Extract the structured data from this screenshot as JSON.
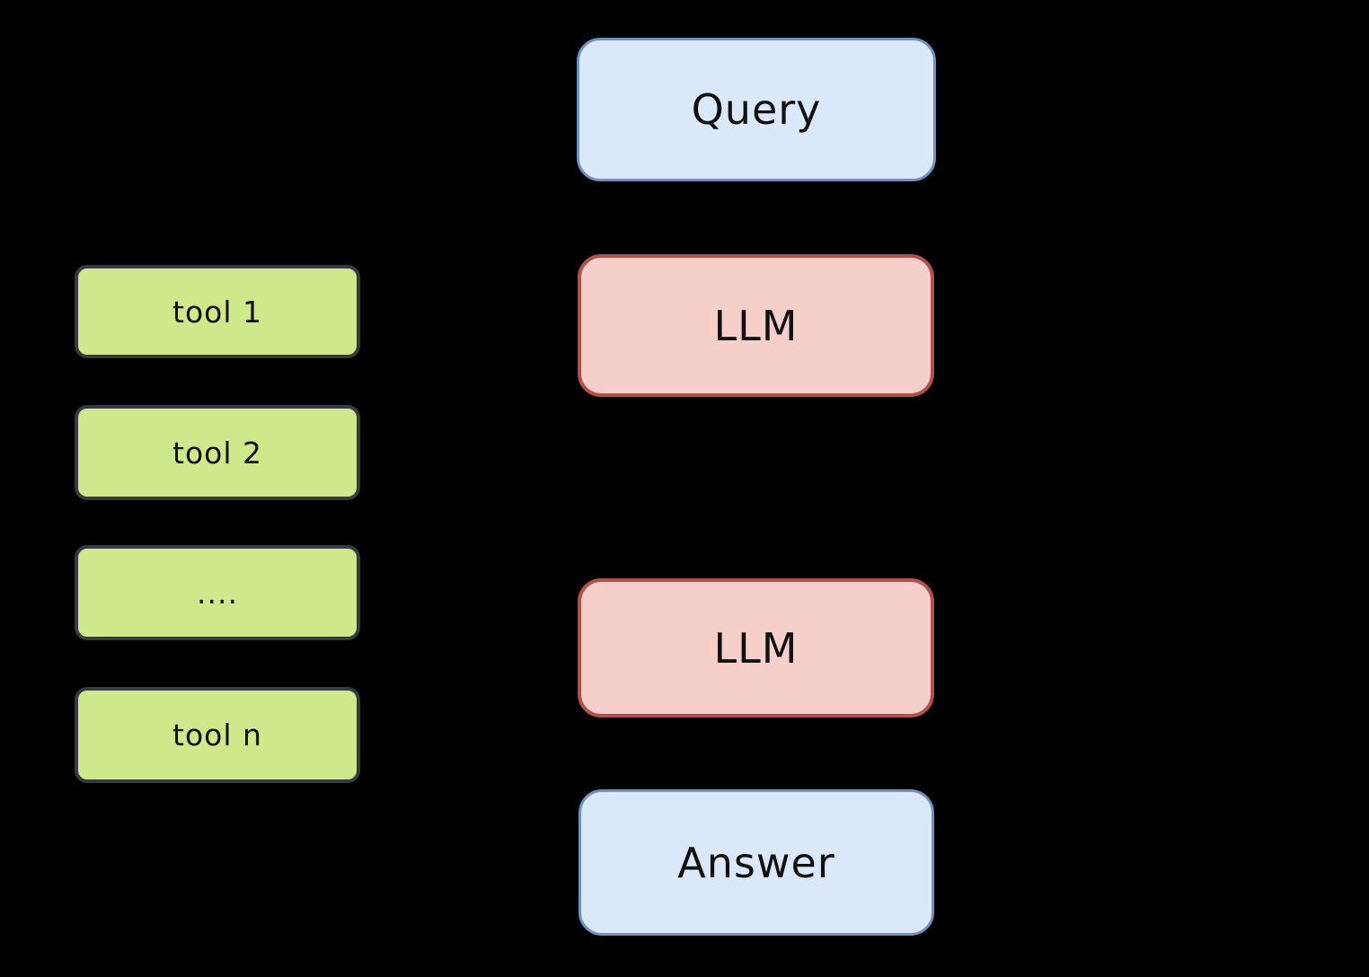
{
  "diagram": {
    "background_color": "#000000",
    "text_color": "#111111",
    "nodes": {
      "query": {
        "label": "Query",
        "fill": "#dbe8f9",
        "border": "#6d8fc2"
      },
      "llm_top": {
        "label": "LLM",
        "fill": "#f6cfcb",
        "border": "#b0504a"
      },
      "llm_bottom": {
        "label": "LLM",
        "fill": "#f6cfcb",
        "border": "#b0504a"
      },
      "answer": {
        "label": "Answer",
        "fill": "#dbe8f9",
        "border": "#6d8fc2"
      }
    },
    "tools": [
      {
        "label": "tool 1",
        "fill": "#cde98c",
        "border": "#363b42"
      },
      {
        "label": "tool 2",
        "fill": "#cde98c",
        "border": "#363b42"
      },
      {
        "label": "....",
        "fill": "#cde98c",
        "border": "#363b42"
      },
      {
        "label": "tool n",
        "fill": "#cde98c",
        "border": "#363b42"
      }
    ]
  }
}
